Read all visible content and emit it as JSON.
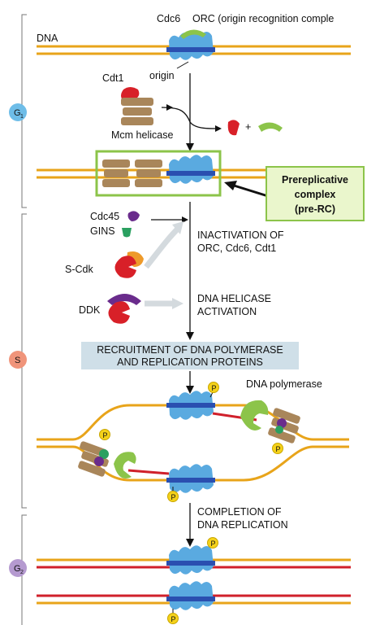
{
  "labels": {
    "cdc6": "Cdc6",
    "orc": "ORC (origin recognition comple",
    "dna": "DNA",
    "origin": "origin",
    "cdt1": "Cdt1",
    "mcm": "Mcm helicase",
    "plus": "+",
    "cdc45": "Cdc45",
    "gins": "GINS",
    "scdk": "S-Cdk",
    "ddk": "DDK",
    "inact1": "INACTIVATION OF",
    "inact2": "ORC, Cdc6, Cdt1",
    "helic1": "DNA HELICASE",
    "helic2": "ACTIVATION",
    "recruit1": "RECRUITMENT OF DNA POLYMERASE",
    "recruit2": "AND REPLICATION PROTEINS",
    "dnapol": "DNA polymerase",
    "compl1": "COMPLETION OF",
    "compl2": "DNA REPLICATION",
    "p": "P"
  },
  "prerc": {
    "line1": "Prereplicative",
    "line2": "complex",
    "line3": "(pre-RC)"
  },
  "phases": {
    "g1": "G",
    "g1_sub": "1",
    "s": "S",
    "g2": "G",
    "g2_sub": "2"
  },
  "colors": {
    "dna": "#e8a41a",
    "dna_new": "#d0202b",
    "orc": "#5aaae0",
    "orc_band": "#2a4fb0",
    "mcm": "#a9865a",
    "cdt1": "#d82028",
    "cdc6": "#8cc44a",
    "gins": "#2aa060",
    "cdc45": "#6a2c8c",
    "scdk_orange": "#ee9a2a",
    "phos": "#f5d21a",
    "prerc_fill": "#eaf6cc",
    "prerc_border": "#8cc44a",
    "recruit_box": "#cfdfe8",
    "g1_circle": "#6ebde8",
    "s_circle": "#f0947a",
    "g2_circle": "#b59ad0"
  }
}
